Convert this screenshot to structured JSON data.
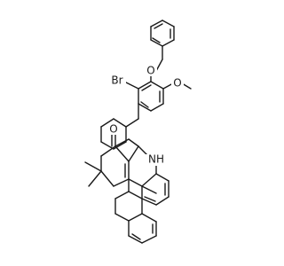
{
  "molecule": {
    "atoms": {
      "Br": "Br",
      "O_ether_benzyl": "O",
      "O_methoxy": "O",
      "O_ketone": "O",
      "NH": "NH"
    },
    "colors": {
      "bond": "#1a1a1a",
      "label": "#1a1a1a",
      "background": "#ffffff"
    }
  }
}
